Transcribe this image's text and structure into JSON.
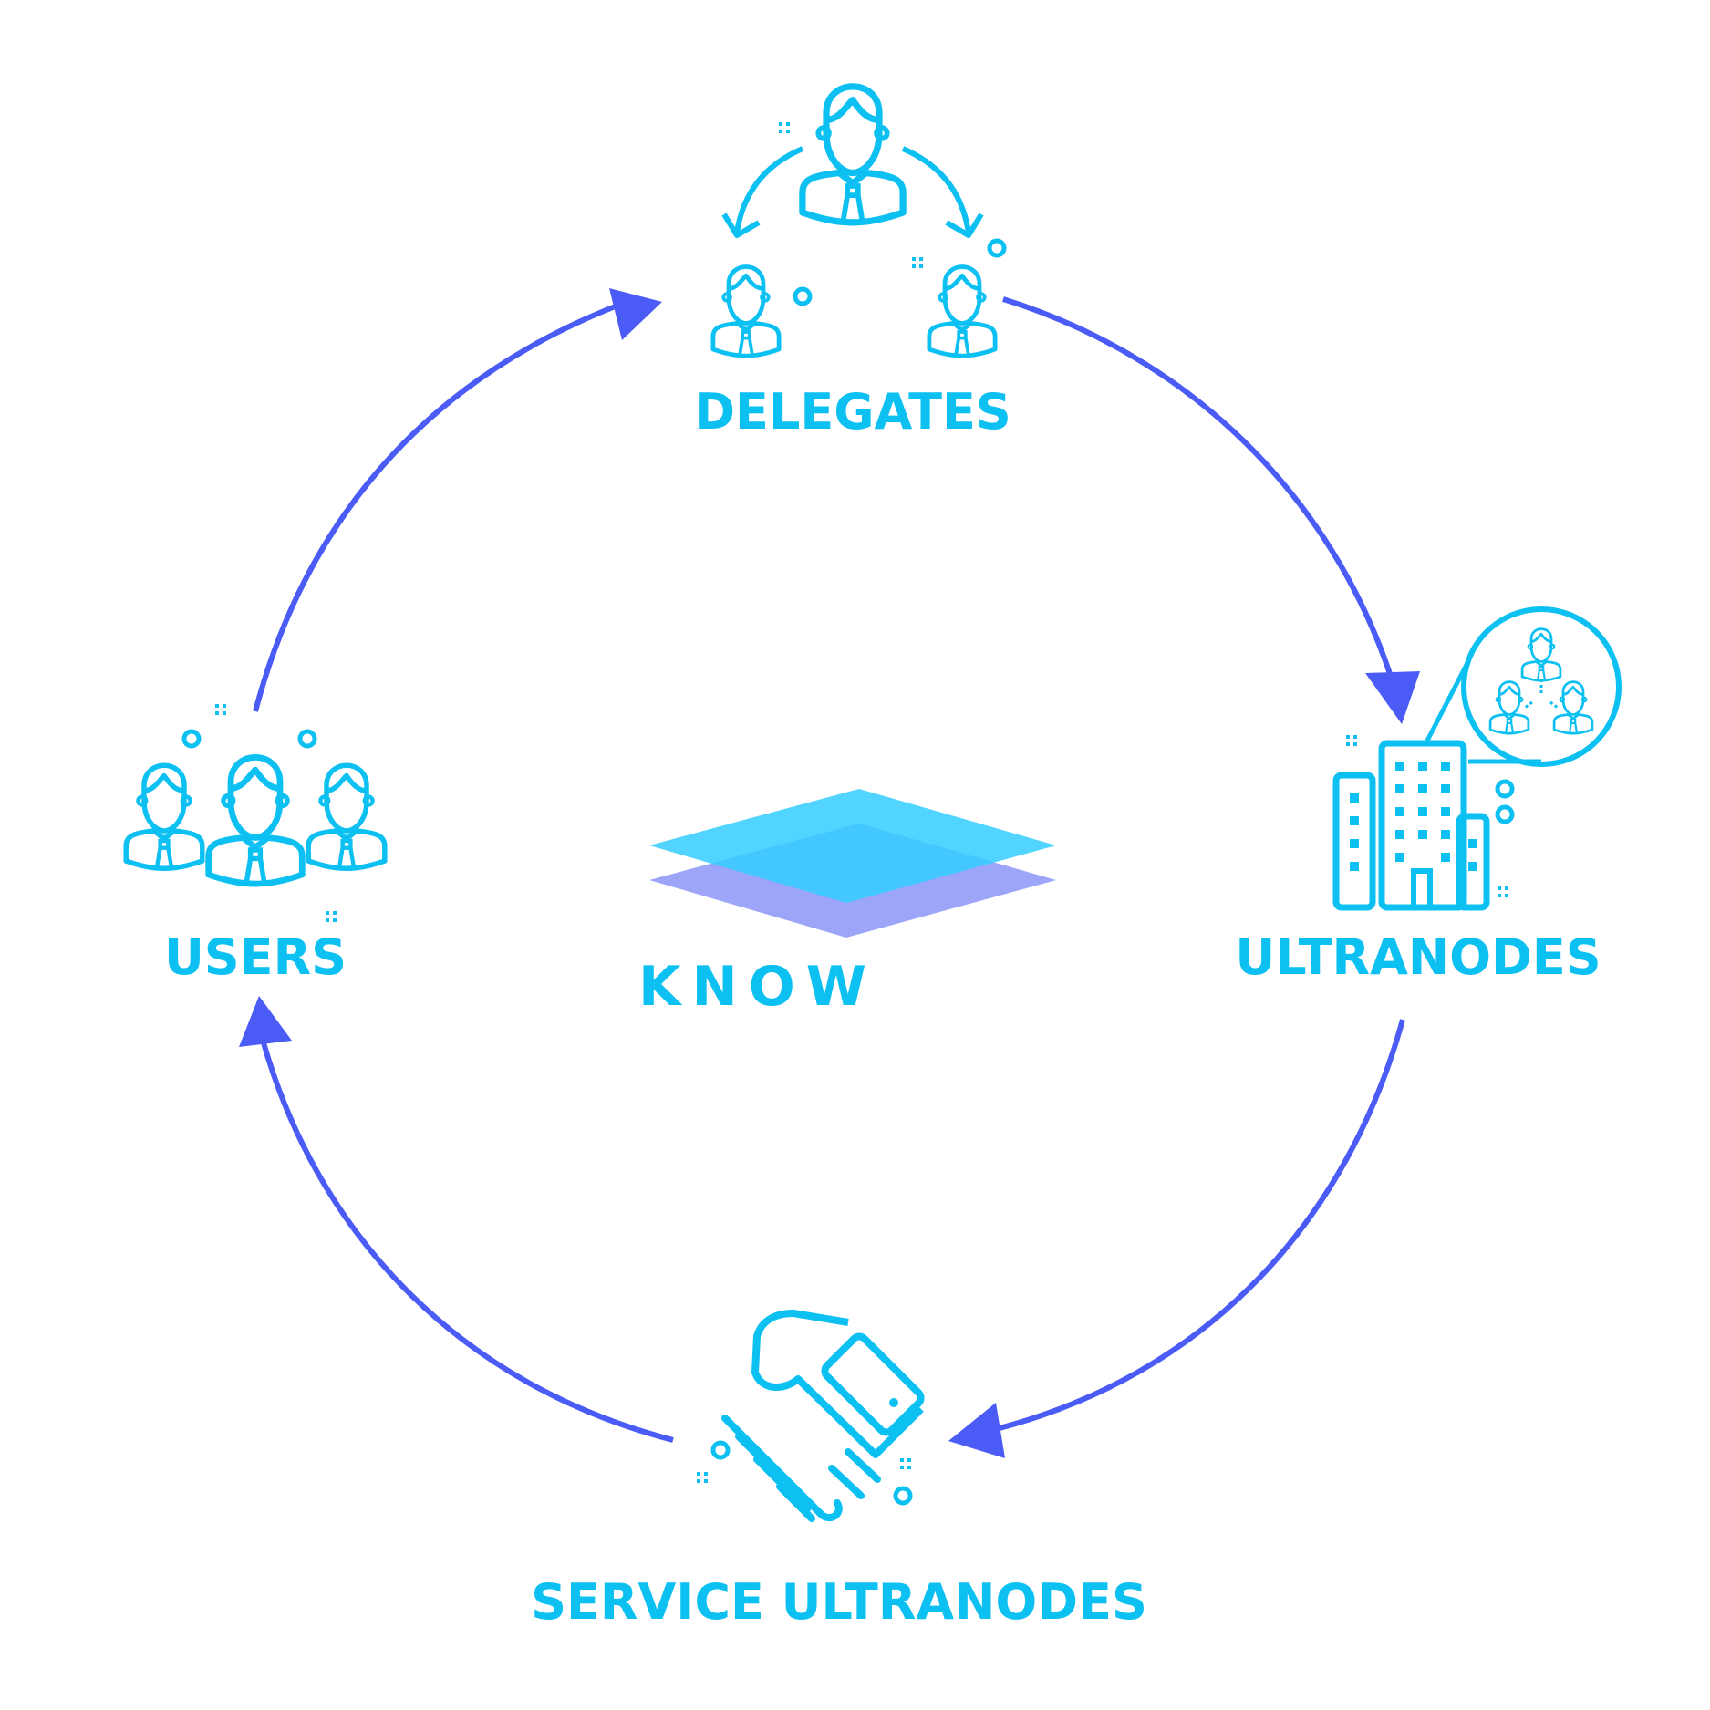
{
  "nodes": {
    "delegates": {
      "label": "DELEGATES",
      "icon": "delegates-group-icon"
    },
    "ultranodes": {
      "label": "ULTRANODES",
      "icon": "office-building-icon"
    },
    "service_ultranodes": {
      "label": "SERVICE ULTRANODES",
      "icon": "handshake-icon"
    },
    "users": {
      "label": "USERS",
      "icon": "users-group-icon"
    }
  },
  "center": {
    "label": "KNOW",
    "icon": "layers-logo-icon"
  },
  "colors": {
    "icon": "#0cc0f2",
    "arrow": "#4a5cf5",
    "logo_top": "#33ccff",
    "logo_bottom": "#8c95f8"
  }
}
